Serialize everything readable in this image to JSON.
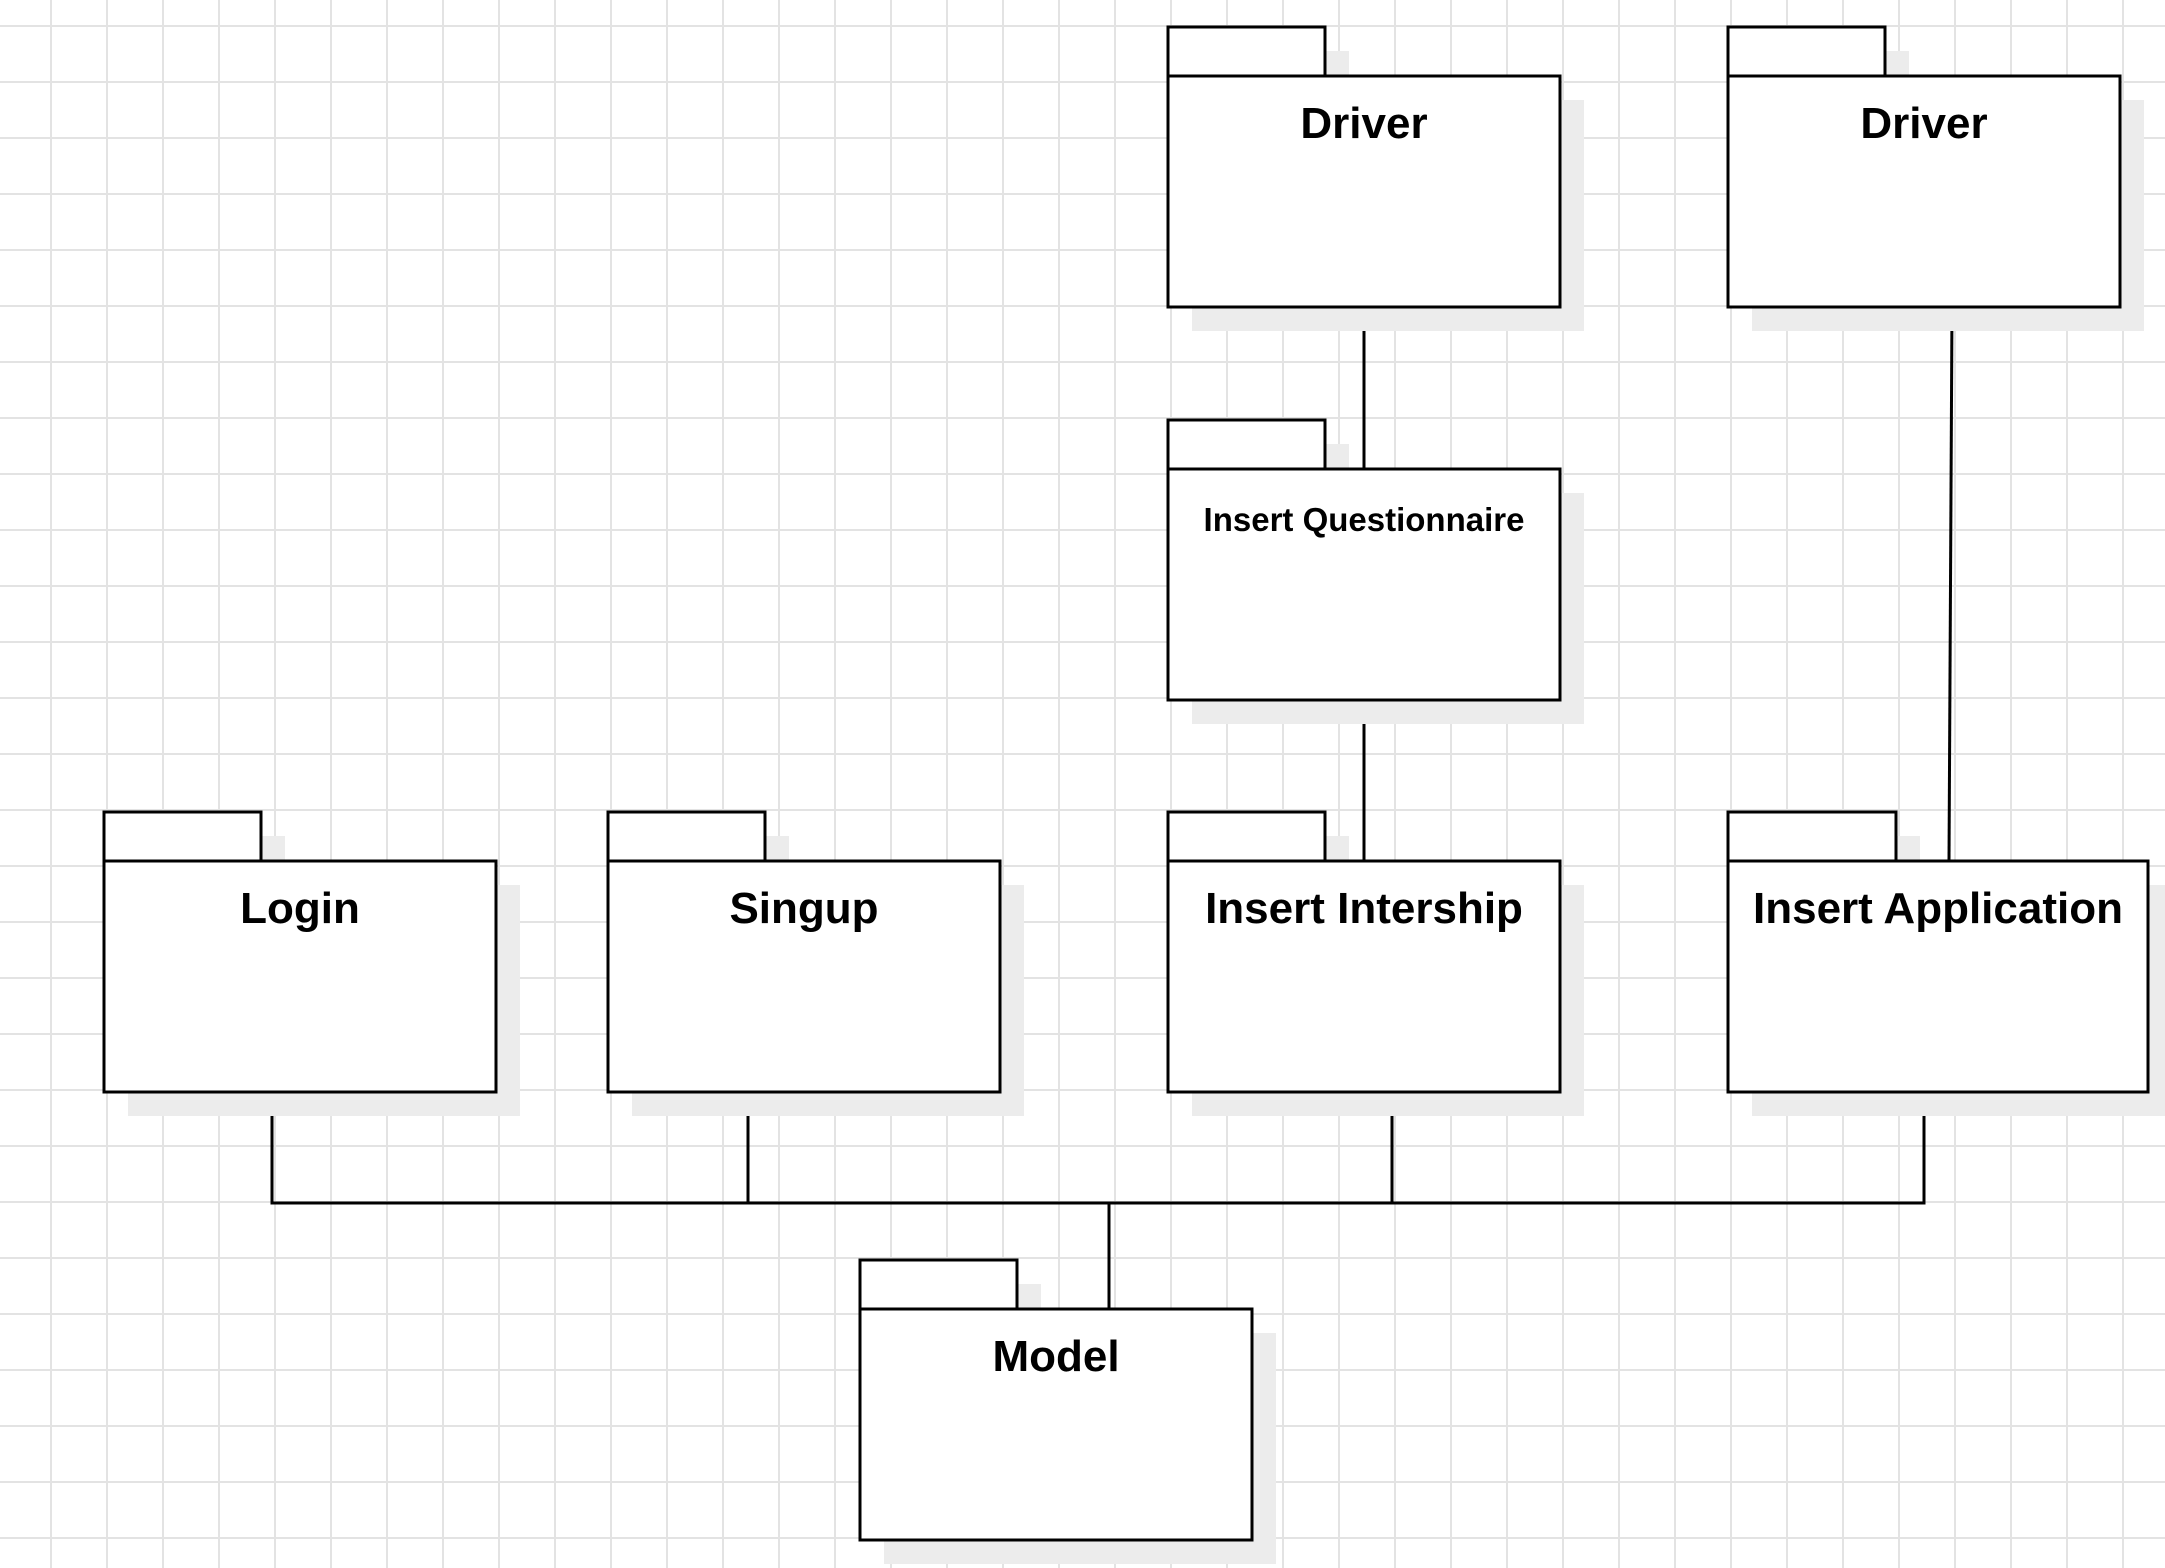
{
  "diagram": {
    "packages": [
      {
        "id": "driver-1",
        "label": "Driver"
      },
      {
        "id": "driver-2",
        "label": "Driver"
      },
      {
        "id": "insert-questionnaire",
        "label": "Insert Questionnaire"
      },
      {
        "id": "login",
        "label": "Login"
      },
      {
        "id": "singup",
        "label": "Singup"
      },
      {
        "id": "insert-intership",
        "label": "Insert Intership"
      },
      {
        "id": "insert-application",
        "label": "Insert Application"
      },
      {
        "id": "model",
        "label": "Model"
      }
    ],
    "connections": [
      {
        "from": "driver-1",
        "to": "insert-questionnaire"
      },
      {
        "from": "insert-questionnaire",
        "to": "insert-intership"
      },
      {
        "from": "driver-2",
        "to": "insert-application"
      },
      {
        "from": "login",
        "to": "model"
      },
      {
        "from": "singup",
        "to": "model"
      },
      {
        "from": "insert-intership",
        "to": "model"
      },
      {
        "from": "insert-application",
        "to": "model"
      }
    ],
    "colors": {
      "stroke": "#000000",
      "fill": "#ffffff",
      "shadow": "#ececec",
      "grid": "#e3e3e3"
    }
  }
}
